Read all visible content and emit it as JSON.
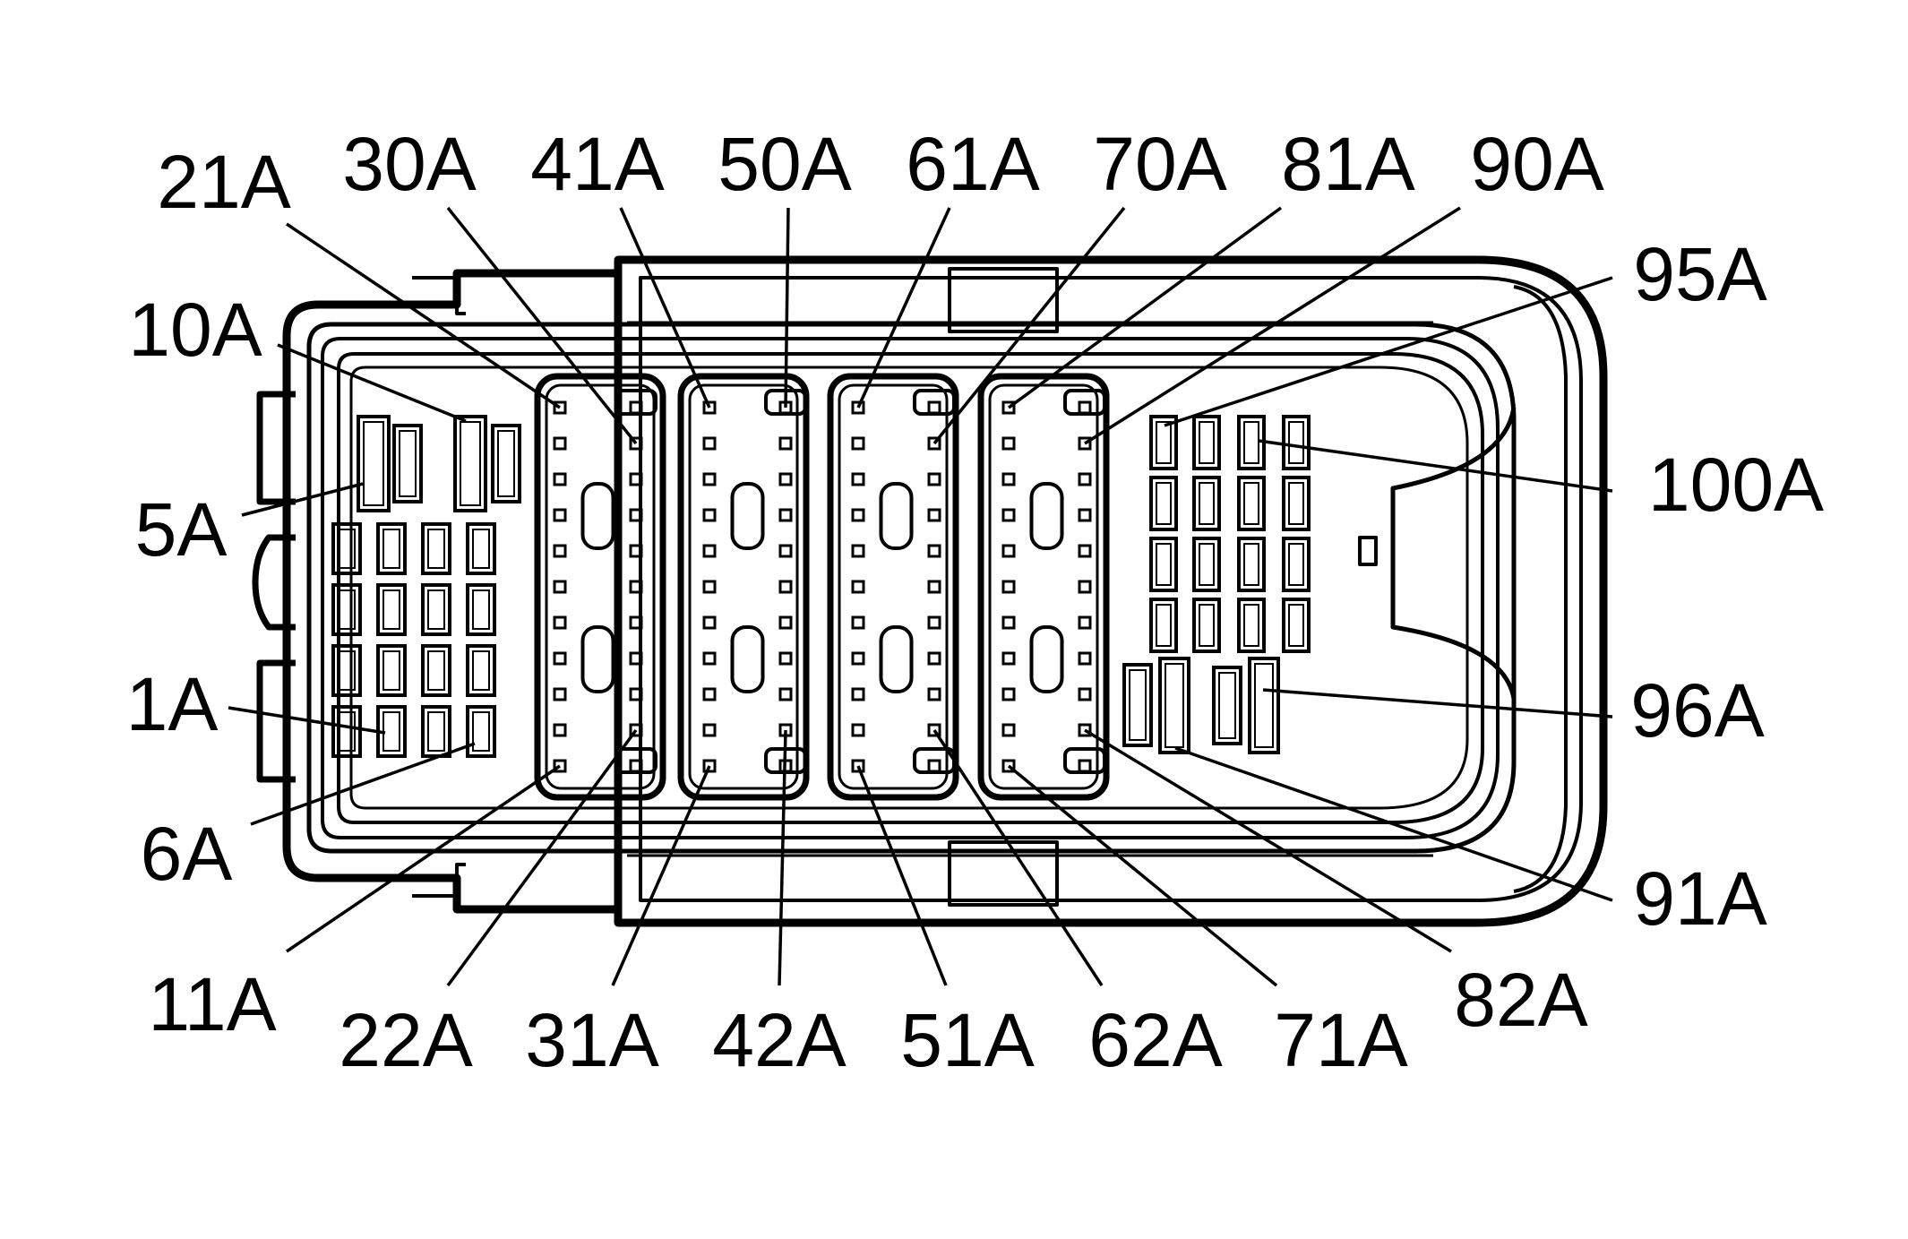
{
  "diagram": {
    "colors": {
      "ink": "#000000",
      "paper": "#ffffff"
    },
    "labels": {
      "top": [
        "21A",
        "30A",
        "41A",
        "50A",
        "61A",
        "70A",
        "81A",
        "90A"
      ],
      "bottom": [
        "11A",
        "22A",
        "31A",
        "42A",
        "51A",
        "62A",
        "71A",
        "82A"
      ],
      "left": [
        "10A",
        "5A",
        "1A",
        "6A"
      ],
      "right": [
        "95A",
        "100A",
        "96A",
        "91A"
      ]
    }
  }
}
